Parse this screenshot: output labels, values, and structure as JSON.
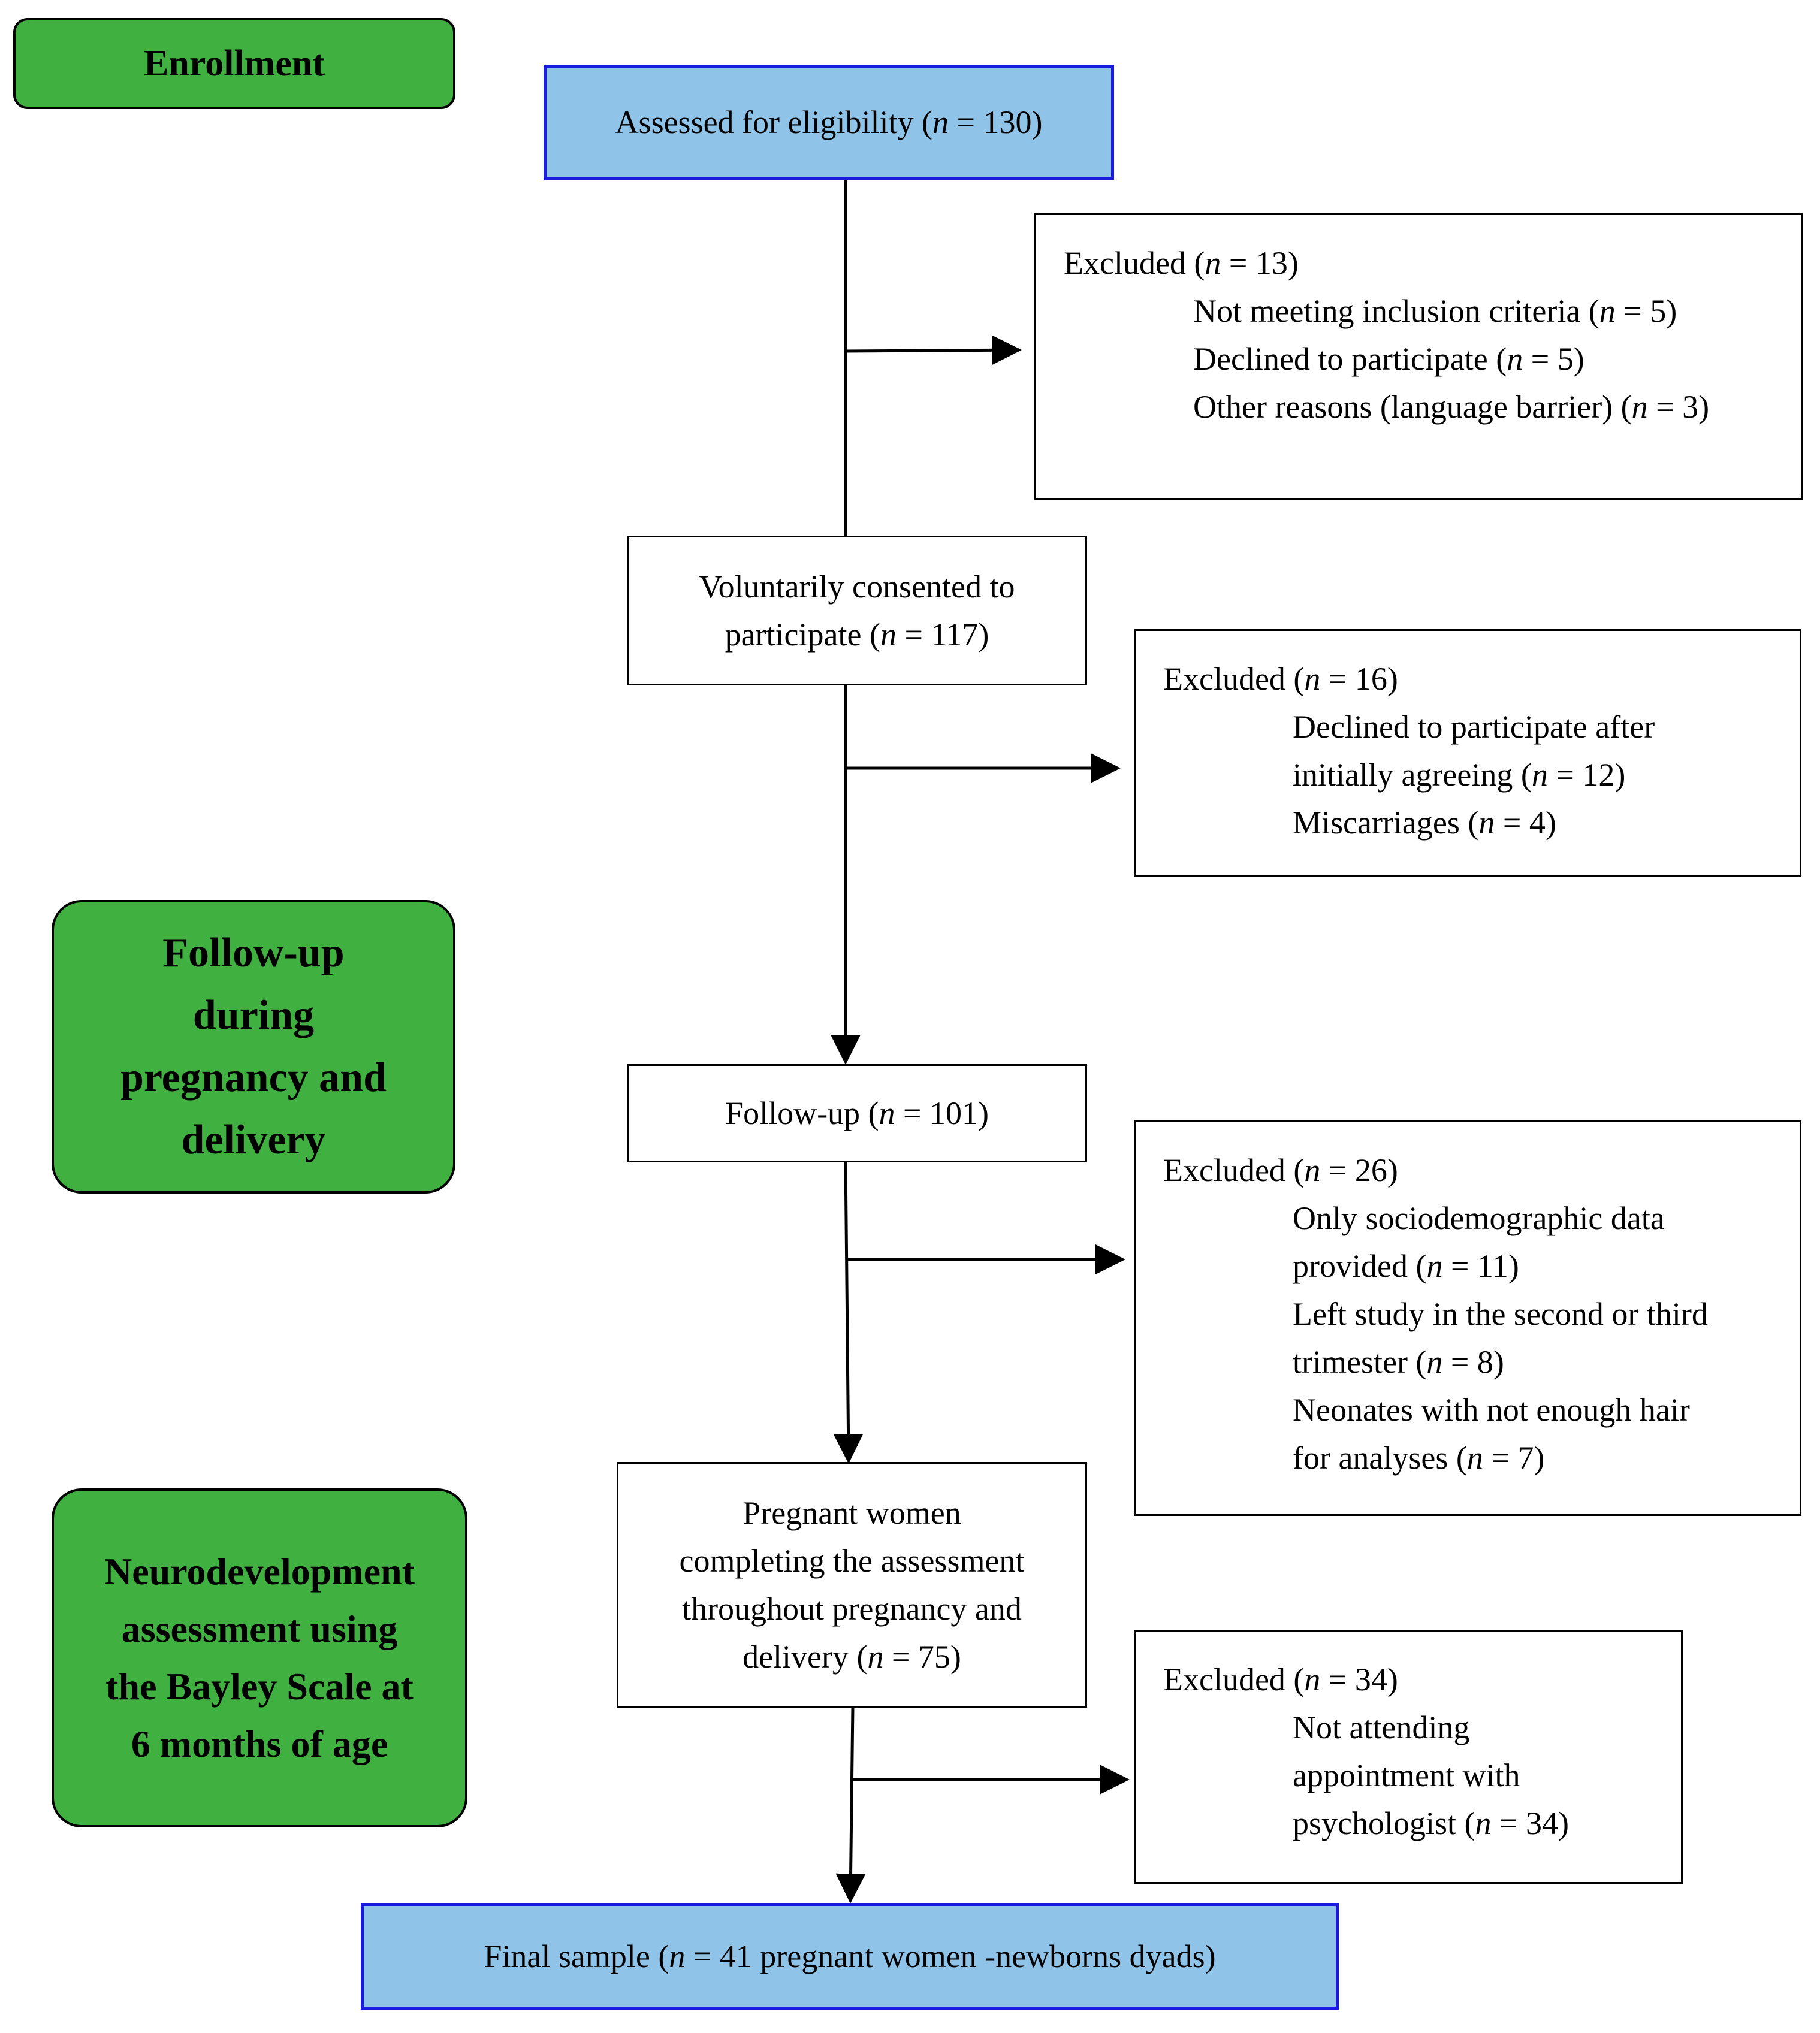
{
  "stages": {
    "enrollment": "Enrollment",
    "followup_line1": "Follow-up",
    "followup_line2": "during",
    "followup_line3": "pregnancy and",
    "followup_line4": "delivery",
    "neuro_line1": "Neurodevelopment",
    "neuro_line2": "assessment using",
    "neuro_line3": "the Bayley Scale at",
    "neuro_line4": "6 months of age"
  },
  "n_symbol": "n",
  "boxes": {
    "assessed": {
      "pre": "Assessed for eligibility (",
      "post": " = 130)"
    },
    "consented": {
      "line1": "Voluntarily consented to",
      "pre": "participate (",
      "post": " = 117)"
    },
    "followup": {
      "pre": "Follow-up (",
      "post": " = 101)"
    },
    "completing": {
      "line1": "Pregnant women",
      "line2": "completing the assessment",
      "line3": "throughout pregnancy and",
      "pre": "delivery  (",
      "post": " = 75)"
    },
    "final": {
      "pre": "Final sample (",
      "post": " = 41 pregnant women -newborns dyads)"
    }
  },
  "exclusions": {
    "e1": {
      "head_pre": "Excluded  (",
      "head_post": " = 13)",
      "r1_pre": "Not meeting inclusion criteria (",
      "r1_post": " = 5)",
      "r2_pre": "Declined to participate (",
      "r2_post": " = 5)",
      "r3_pre": "Other reasons (language barrier) (",
      "r3_post": " = 3)"
    },
    "e2": {
      "head_pre": "Excluded  (",
      "head_post": " = 16)",
      "r1": "Declined to participate after",
      "r1b_pre": "initially agreeing  (",
      "r1b_post": " = 12)",
      "r2_pre": "Miscarriages (",
      "r2_post": " = 4)"
    },
    "e3": {
      "head_pre": "Excluded  (",
      "head_post": " = 26)",
      "r1": "Only sociodemographic data",
      "r1b_pre": "provided (",
      "r1b_post": " = 11)",
      "r2": "Left study in the second or third",
      "r2b_pre": "trimester  (",
      "r2b_post": " = 8)",
      "r3": "Neonates with not enough hair",
      "r3b_pre": "for analyses (",
      "r3b_post": " = 7)"
    },
    "e4": {
      "head_pre": "Excluded  (",
      "head_post": " = 34)",
      "r1": "Not attending",
      "r2": "appointment with",
      "r3_pre": "psychologist (",
      "r3_post": " = 34)"
    }
  }
}
